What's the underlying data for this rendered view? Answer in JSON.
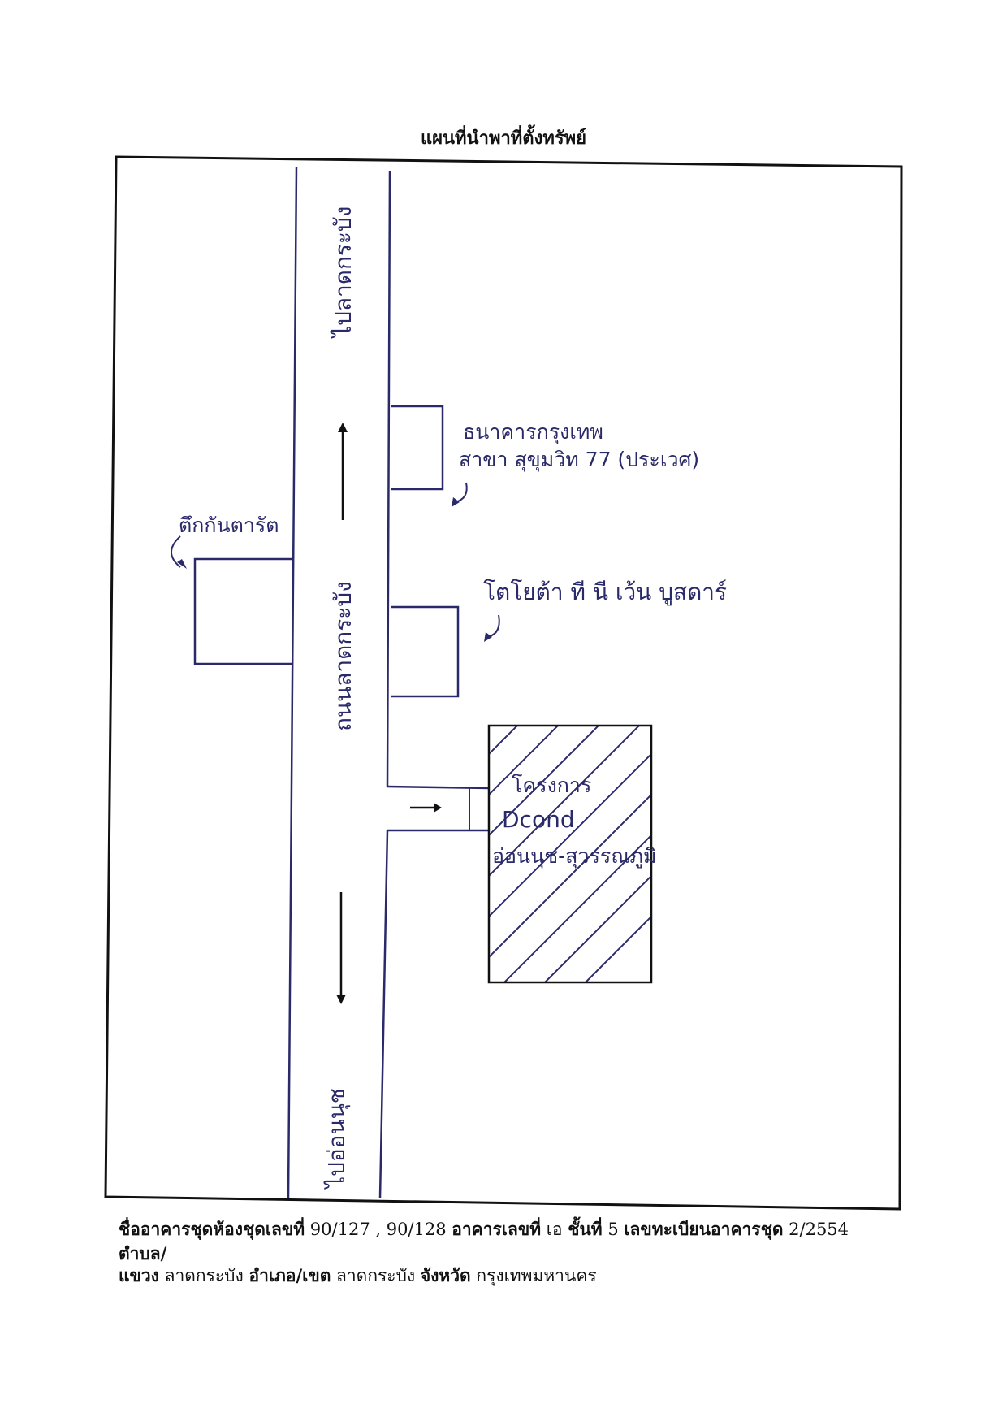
{
  "title": "แผนที่นำพาที่ตั้งทรัพย์",
  "map": {
    "road_name": "ถนนลาดกระบัง",
    "to_north": "ไปลาดกระบัง",
    "to_south": "ไปอ่อนนุช",
    "bank_line1": "ธนาคารกรุงเทพ",
    "bank_line2": "สาขา สุขุมวิท 77 (ประเวศ)",
    "left_building": "ตึกกันตารัต",
    "toyota": "โตโยต้า ที นี เว้น บูสดาร์",
    "project_line1": "โครงการ",
    "project_line2": "Dcond",
    "project_line3": "อ่อนนุช-สุวรรณภูมิ"
  },
  "caption": {
    "l1_a": "ชื่ออาคารชุดห้องชุดเลขที่",
    "l1_b": " 90/127 , 90/128 ",
    "l1_c": "อาคารเลขที่",
    "l1_d": " เอ ",
    "l1_e": "ชั้นที่",
    "l1_f": " 5 ",
    "l1_g": "เลขทะเบียนอาคารชุด",
    "l1_h": " 2/2554 ",
    "l1_i": "ตำบล/",
    "l2_a": "แขวง",
    "l2_b": " ลาดกระบัง ",
    "l2_c": "อำเภอ/เขต",
    "l2_d": " ลาดกระบัง ",
    "l2_e": "จังหวัด",
    "l2_f": " กรุงเทพมหานคร"
  },
  "colors": {
    "ink": "#2a2a6a",
    "frame": "#111111"
  }
}
